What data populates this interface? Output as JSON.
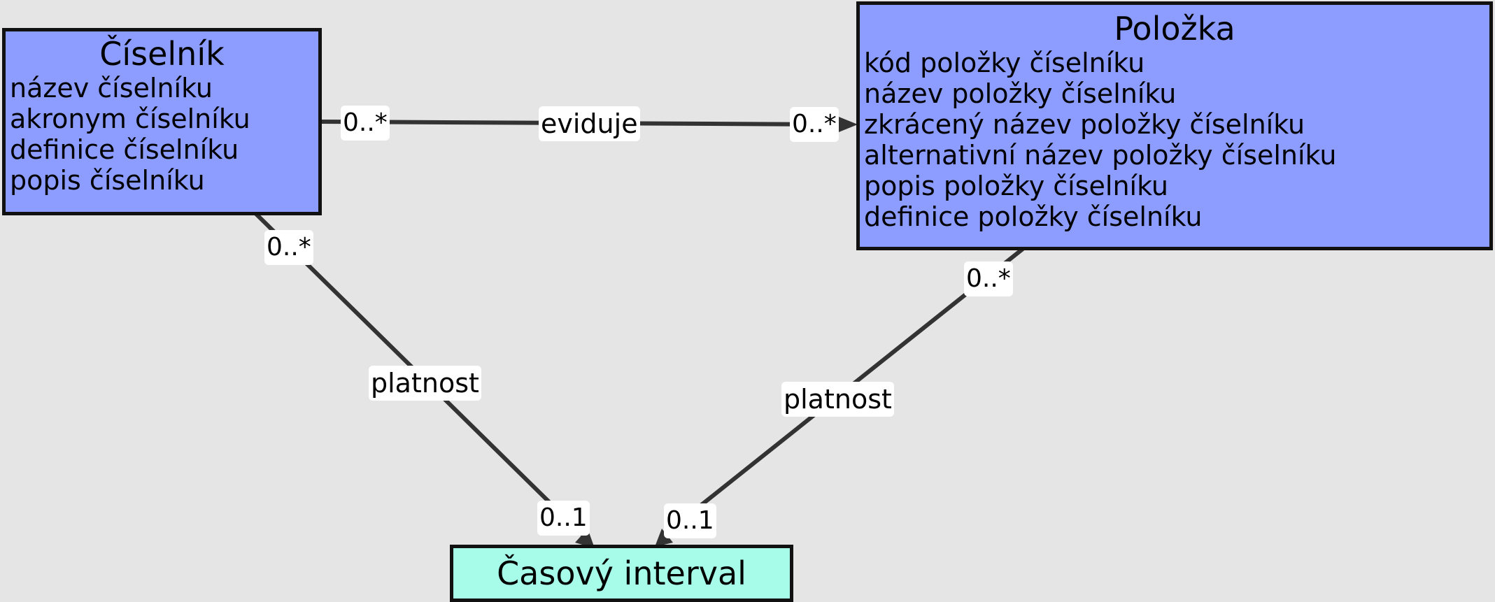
{
  "colors": {
    "background": "#e5e5e5",
    "class_fill": "#8c9cff",
    "time_fill": "#a6fce9",
    "edge": "#333333",
    "label_bg": "#ffffff"
  },
  "classes": {
    "ciselnik": {
      "title": "Číselník",
      "attributes": [
        "název číselníku",
        "akronym číselníku",
        "definice číselníku",
        "popis číselníku"
      ]
    },
    "polozka": {
      "title": "Položka",
      "attributes": [
        "kód položky číselníku",
        "název položky číselníku",
        "zkrácený název položky číselníku",
        "alternativní název položky číselníku",
        "popis položky číselníku",
        "definice položky číselníku"
      ]
    },
    "casovy_interval": {
      "title": "Časový interval"
    }
  },
  "associations": {
    "eviduje": {
      "name": "eviduje",
      "source_mult": "0..*",
      "target_mult": "0..*"
    },
    "platnost_ciselnik": {
      "name": "platnost",
      "source_mult": "0..*",
      "target_mult": "0..1"
    },
    "platnost_polozka": {
      "name": "platnost",
      "source_mult": "0..*",
      "target_mult": "0..1"
    }
  }
}
